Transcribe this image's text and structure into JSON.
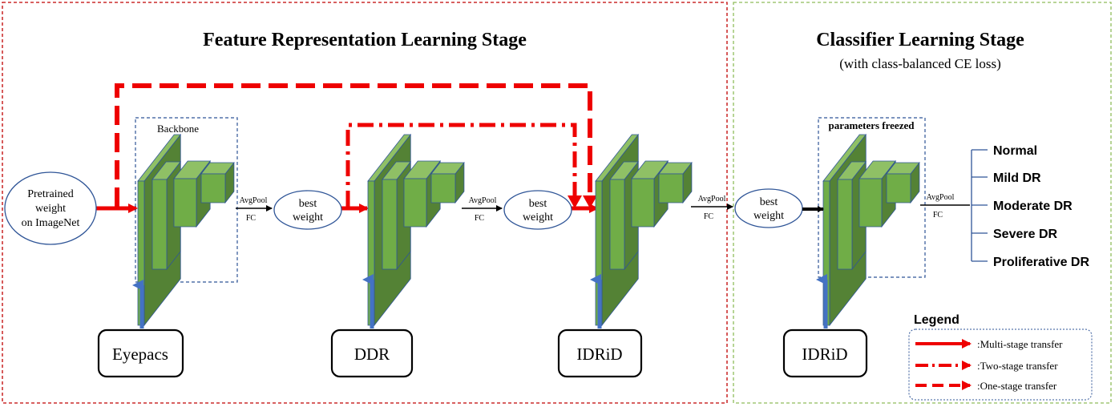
{
  "stages": {
    "feature": {
      "title": "Feature Representation Learning Stage"
    },
    "classifier": {
      "title": "Classifier Learning Stage",
      "subtitle": "(with class-balanced CE loss)"
    }
  },
  "pretrained": {
    "line1": "Pretrained",
    "line2": "weight",
    "line3": "on ImageNet"
  },
  "backbone_label": "Backbone",
  "freezed_label": "parameters freezed",
  "best_weight": {
    "line1": "best",
    "line2": "weight"
  },
  "avgpool": "AvgPool",
  "fc": "FC",
  "datasets": {
    "d1": "Eyepacs",
    "d2": "DDR",
    "d3": "IDRiD",
    "d4": "IDRiD"
  },
  "classes": [
    "Normal",
    "Mild DR",
    "Moderate DR",
    "Severe DR",
    "Proliferative DR"
  ],
  "legend": {
    "title": "Legend",
    "items": [
      ":Multi-stage transfer",
      ":Two-stage transfer",
      ":One-stage transfer"
    ]
  },
  "colors": {
    "red": "#ee0000",
    "blue_arrow": "#4472c4",
    "cnn_fill": "#70ad47",
    "stage1_border": "#c00000",
    "stage2_border": "#8fbc5a",
    "dashed_box": "#2f5597"
  }
}
